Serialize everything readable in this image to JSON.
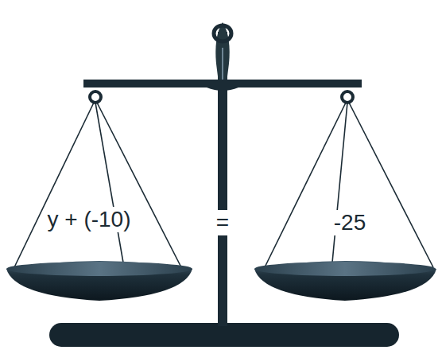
{
  "diagram": {
    "labels": [
      "y + (-10)",
      "=",
      "-25"
    ]
  }
}
